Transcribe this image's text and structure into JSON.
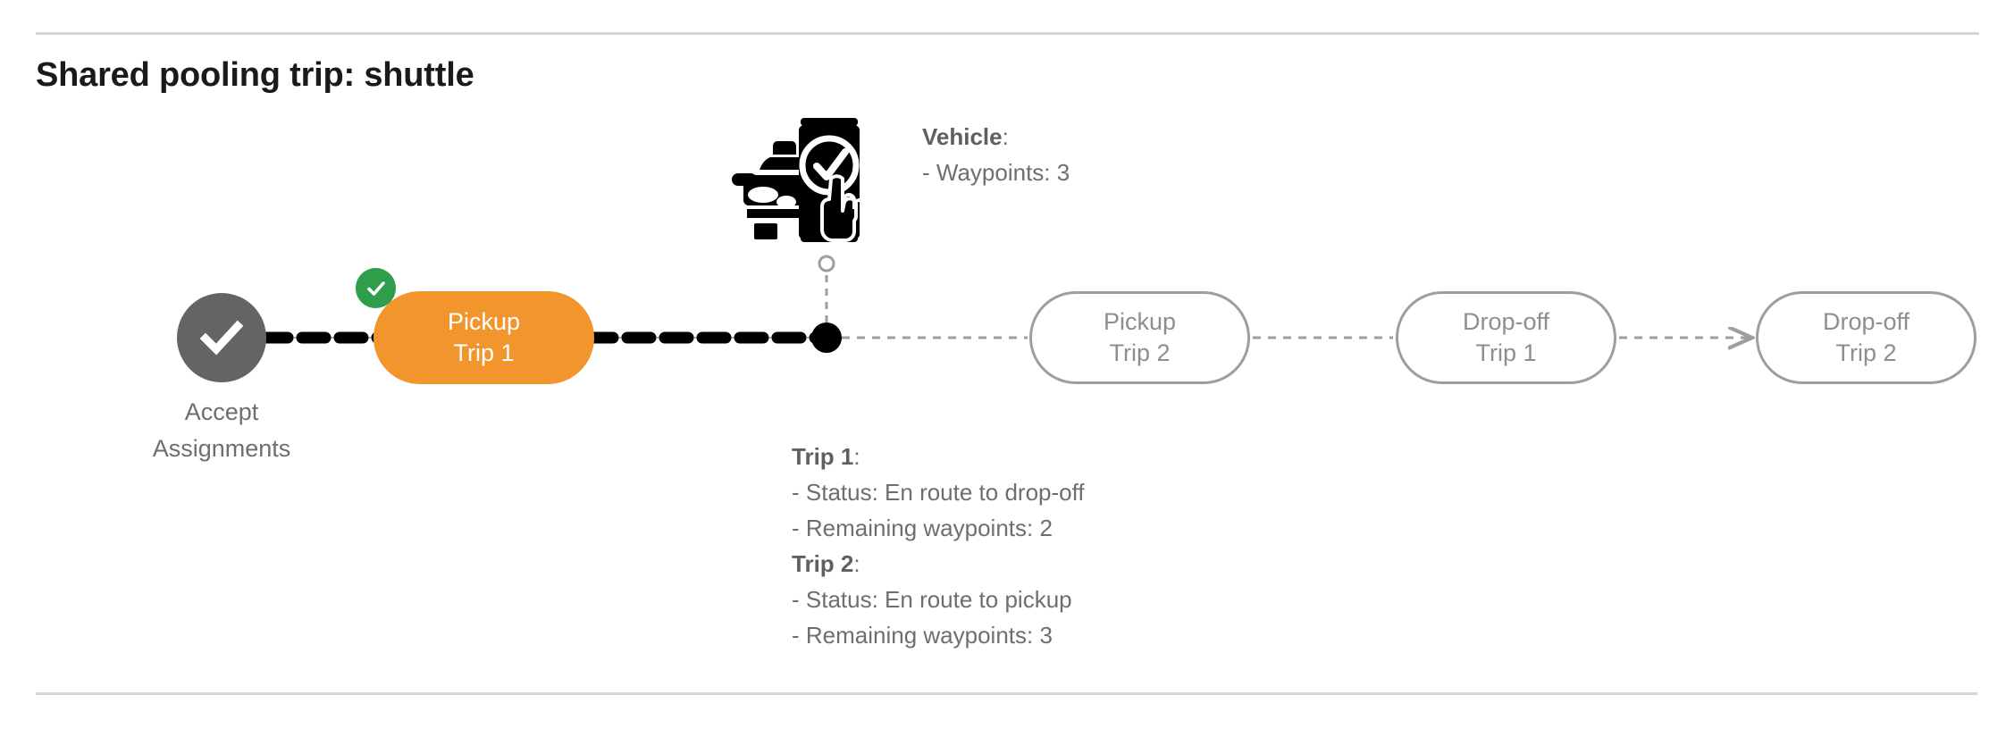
{
  "page": {
    "title": "Shared pooling trip: shuttle",
    "divider_color": "#d6d6d6"
  },
  "colors": {
    "active_node": "#F2952C",
    "completed_badge": "#2E9E4A",
    "accept_circle": "#646464",
    "inactive_outline": "#9e9e9e",
    "inactive_text": "#8e8e8e",
    "annotation_text": "#6e6e6e",
    "traveled_path": "#000000",
    "upcoming_path": "#9e9e9e"
  },
  "flow": {
    "accept_node": {
      "icon": "check-circle-icon",
      "label": "Accept\nAssignments",
      "state": "completed"
    },
    "nodes": [
      {
        "id": "pickup-trip-1",
        "line1": "Pickup",
        "line2": "Trip 1",
        "label": "Pickup\nTrip 1",
        "state": "active",
        "badge": "check-badge-icon"
      },
      {
        "id": "pickup-trip-2",
        "line1": "Pickup",
        "line2": "Trip 2",
        "label": "Pickup\nTrip 2",
        "state": "upcoming",
        "badge": null
      },
      {
        "id": "dropoff-trip-1",
        "line1": "Drop-off",
        "line2": "Trip 1",
        "label": "Drop-off\nTrip 1",
        "state": "upcoming",
        "badge": null
      },
      {
        "id": "dropoff-trip-2",
        "line1": "Drop-off",
        "line2": "Trip 2",
        "label": "Drop-off\nTrip 2",
        "state": "upcoming",
        "badge": null
      }
    ]
  },
  "vehicle": {
    "icon": "car-phone-check-icon",
    "marker": "vehicle-position-marker",
    "heading": "Vehicle",
    "heading_suffix": ":",
    "details": [
      "- Waypoints: 3"
    ]
  },
  "trips": [
    {
      "heading": "Trip 1",
      "heading_suffix": ":",
      "details": [
        "- Status:  En route to drop-off",
        "- Remaining waypoints: 2"
      ]
    },
    {
      "heading": "Trip 2",
      "heading_suffix": ":",
      "details": [
        "- Status:  En route to pickup",
        "- Remaining waypoints: 3"
      ]
    }
  ]
}
